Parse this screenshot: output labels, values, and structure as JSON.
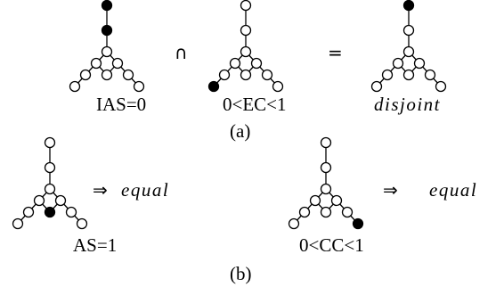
{
  "colors": {
    "filled": "#000000",
    "empty": "#ffffff",
    "line": "#000000"
  },
  "panel_a": {
    "caption": "(a)",
    "intersect_symbol": "∩",
    "equals_symbol": "=",
    "graphs": [
      {
        "label": "IAS=0",
        "italic": false,
        "filled_nodes": [
          "top",
          "upper"
        ]
      },
      {
        "label": "0<EC<1",
        "italic": false,
        "filled_nodes": [
          "left-leaf"
        ]
      },
      {
        "label": "disjoint",
        "italic": true,
        "filled_nodes": [
          "top"
        ]
      }
    ]
  },
  "panel_b": {
    "caption": "(b)",
    "implies_symbol": "⇒",
    "items": [
      {
        "label": "AS=1",
        "result": "equal",
        "filled_nodes": [
          "bottom-center"
        ]
      },
      {
        "label": "0<CC<1",
        "result": "equal",
        "filled_nodes": [
          "right-leaf"
        ]
      }
    ]
  }
}
